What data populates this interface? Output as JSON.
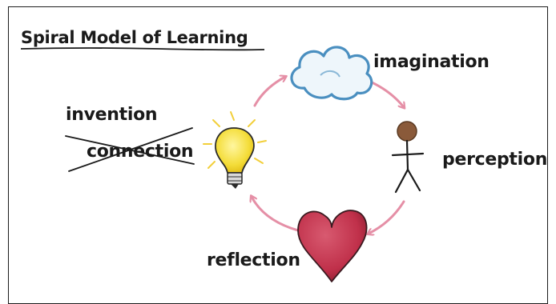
{
  "title": "Spiral Model of Learning",
  "nodes": {
    "imagination": {
      "label": "imagination",
      "icon": "cloud-icon"
    },
    "perception": {
      "label": "perception",
      "icon": "stick-figure-icon"
    },
    "reflection": {
      "label": "reflection",
      "icon": "heart-icon"
    },
    "invention": {
      "label": "invention",
      "icon": "lightbulb-icon"
    }
  },
  "crossed_out_label": "connection",
  "colors": {
    "arrow": "#e58fa6",
    "cloud": "#4a8fc0",
    "heart": "#c0304a",
    "bulb": "#f4dd3a",
    "figure_head": "#8a5a3a",
    "ink": "#1a1a1a"
  }
}
